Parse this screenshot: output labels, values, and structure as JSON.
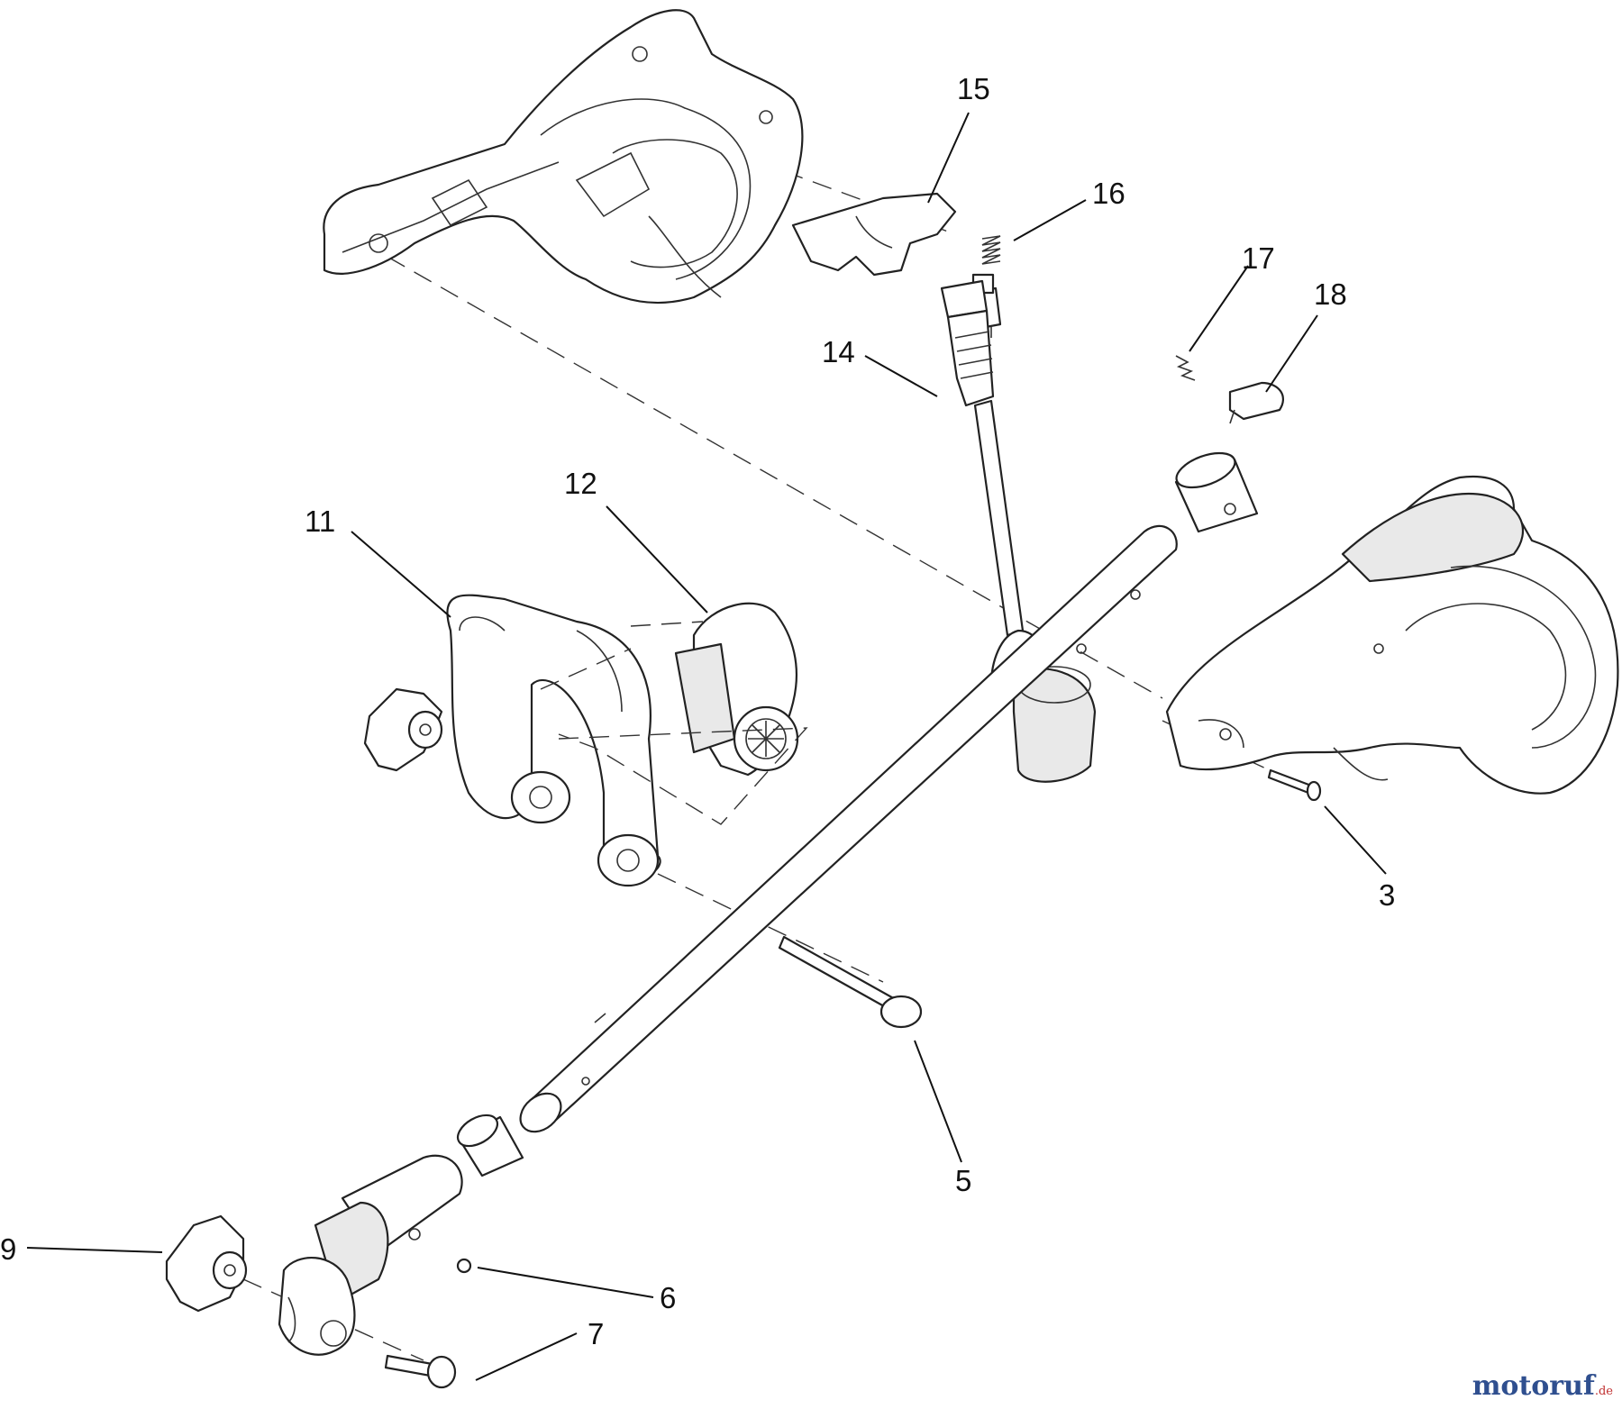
{
  "diagram": {
    "callouts": [
      {
        "id": "15",
        "label": "15"
      },
      {
        "id": "16",
        "label": "16"
      },
      {
        "id": "17",
        "label": "17"
      },
      {
        "id": "18",
        "label": "18"
      },
      {
        "id": "14",
        "label": "14"
      },
      {
        "id": "12",
        "label": "12"
      },
      {
        "id": "11",
        "label": "11"
      },
      {
        "id": "3",
        "label": "3"
      },
      {
        "id": "5",
        "label": "5"
      },
      {
        "id": "9",
        "label": "9"
      },
      {
        "id": "6",
        "label": "6"
      },
      {
        "id": "7",
        "label": "7"
      }
    ]
  },
  "watermark": {
    "text": "motoruf",
    "suffix": ".de"
  }
}
